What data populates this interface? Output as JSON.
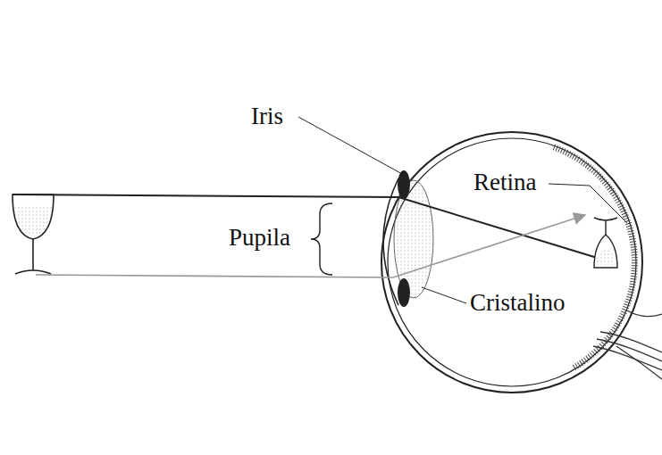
{
  "diagram": {
    "labels": [
      "Iris",
      "Pupila",
      "Retina",
      "Cristalino"
    ]
  }
}
